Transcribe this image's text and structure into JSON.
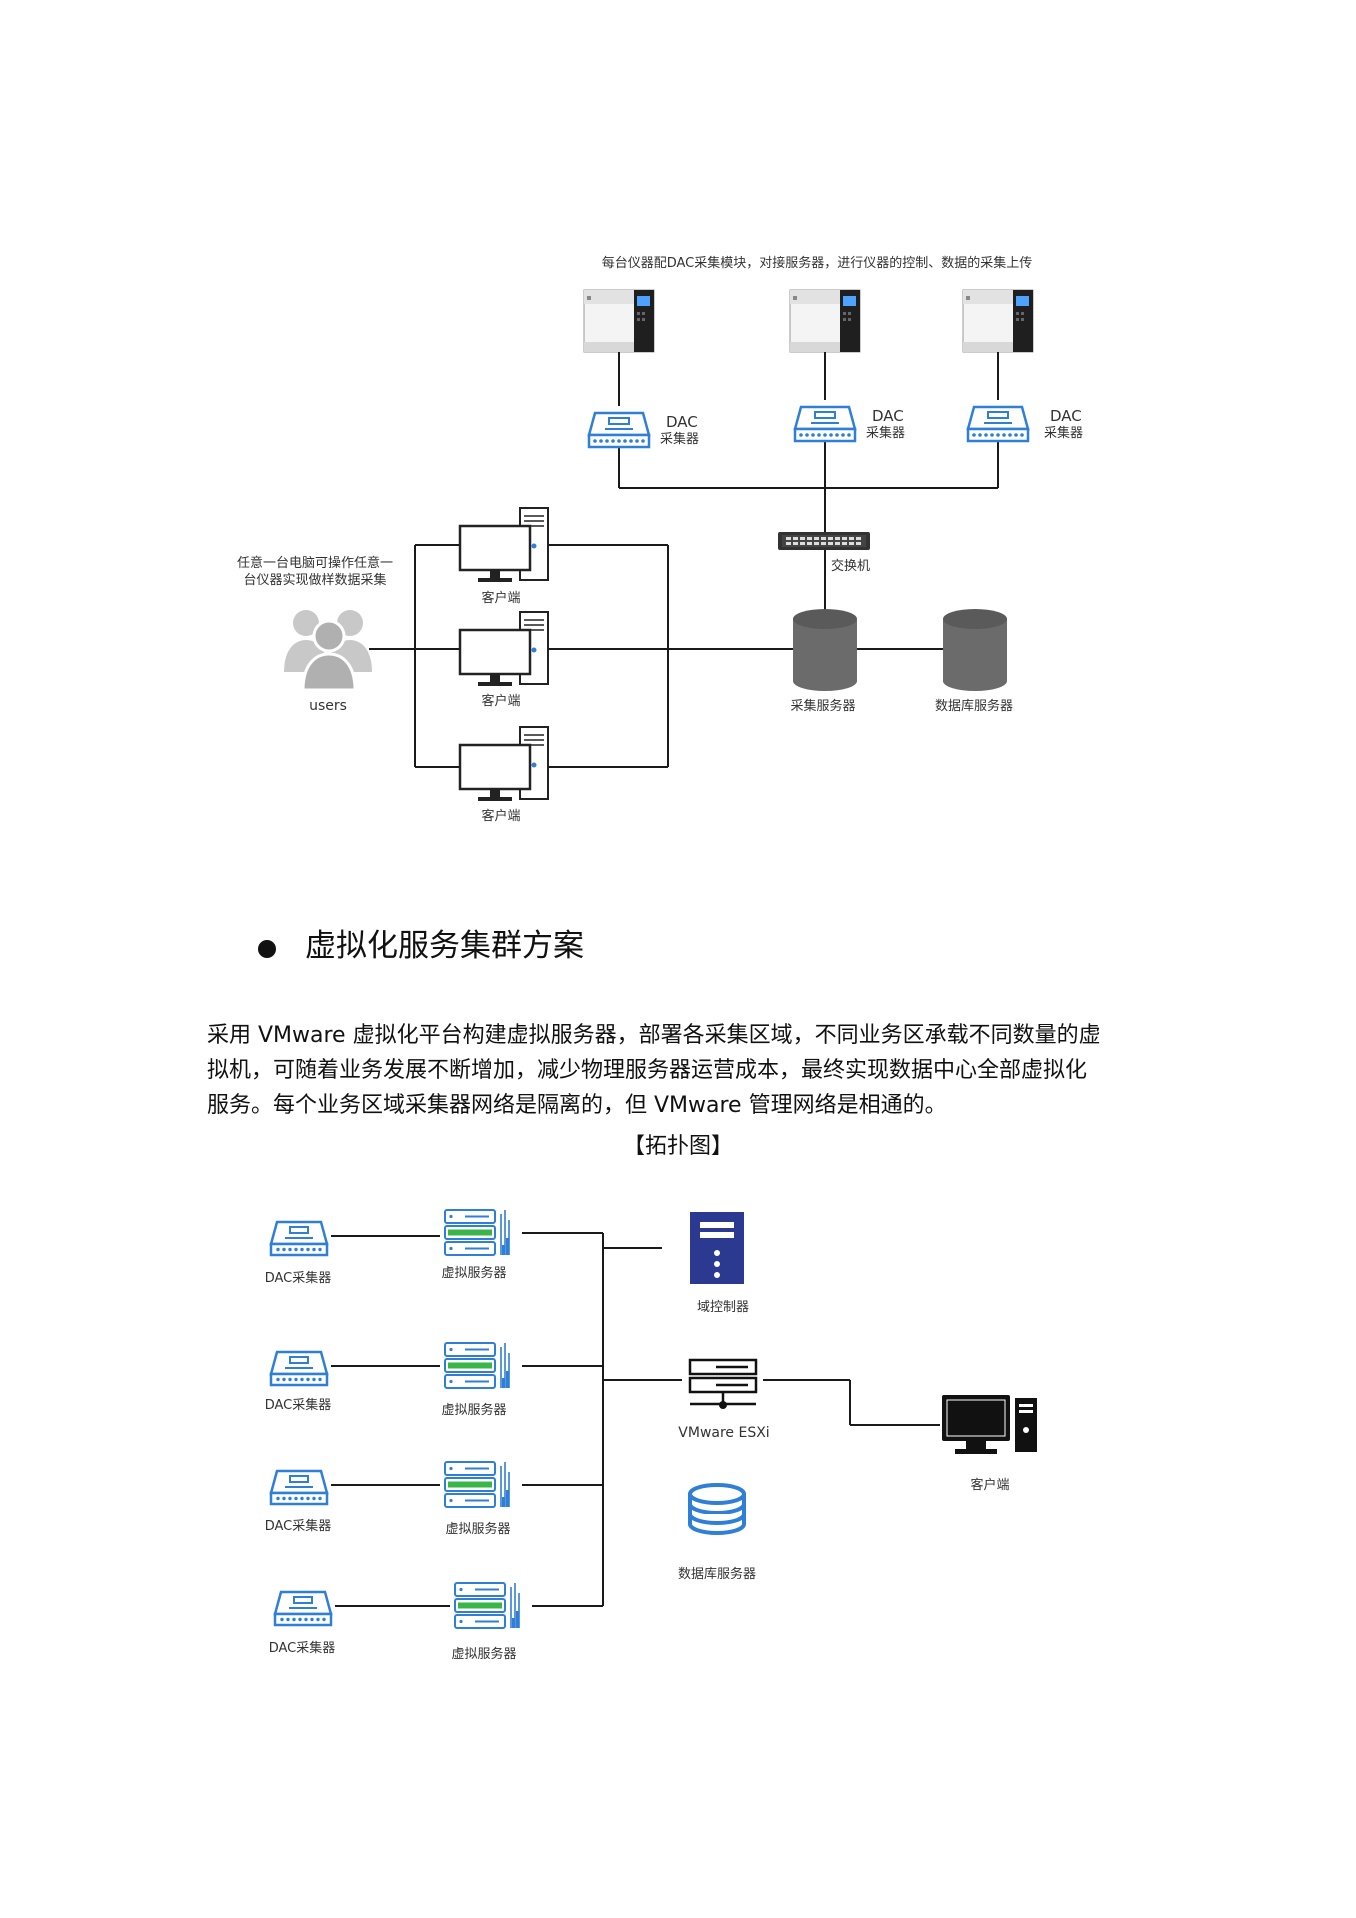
{
  "diagram1": {
    "note_top": "每台仪器配DAC采集模块，对接服务器，进行仪器的控制、数据的采集上传",
    "dac_label_1": "DAC",
    "dac_label_2": "采集器",
    "switch_label": "交换机",
    "users_note_line1": "任意一台电脑可操作任意一",
    "users_note_line2": "台仪器实现做样数据采集",
    "users_label": "users",
    "client_label": "客户端",
    "collect_server_label": "采集服务器",
    "db_server_label": "数据库服务器"
  },
  "section": {
    "title": "虚拟化服务集群方案",
    "paragraph_lines": [
      "采用 VMware 虚拟化平台构建虚拟服务器，部署各采集区域，不同业务区承载不同数量的虚",
      "拟机，可随着业务发展不断增加，减少物理服务器运营成本，最终实现数据中心全部虚拟化",
      "服务。每个业务区域采集器网络是隔离的，但 VMware 管理网络是相通的。"
    ],
    "caption": "【拓扑图】"
  },
  "diagram2": {
    "dac_label": "DAC采集器",
    "vserver_label": "虚拟服务器",
    "domain_controller_label": "域控制器",
    "esxi_label": "VMware  ESXi",
    "db_server_label": "数据库服务器",
    "client_label": "客户端"
  },
  "colors": {
    "line": "#1a1a1a",
    "icon_blue": "#2f7fd6",
    "icon_dark_blue": "#2b3990",
    "db_gray": "#6b6b6b",
    "green": "#39b54a"
  },
  "icons": [
    "instrument-icon",
    "dac-collector-icon",
    "switch-icon",
    "users-icon",
    "desktop-pc-icon",
    "database-cylinder-icon",
    "virtual-server-icon",
    "domain-controller-icon",
    "esxi-server-icon",
    "database-stack-icon",
    "client-pc-icon"
  ]
}
